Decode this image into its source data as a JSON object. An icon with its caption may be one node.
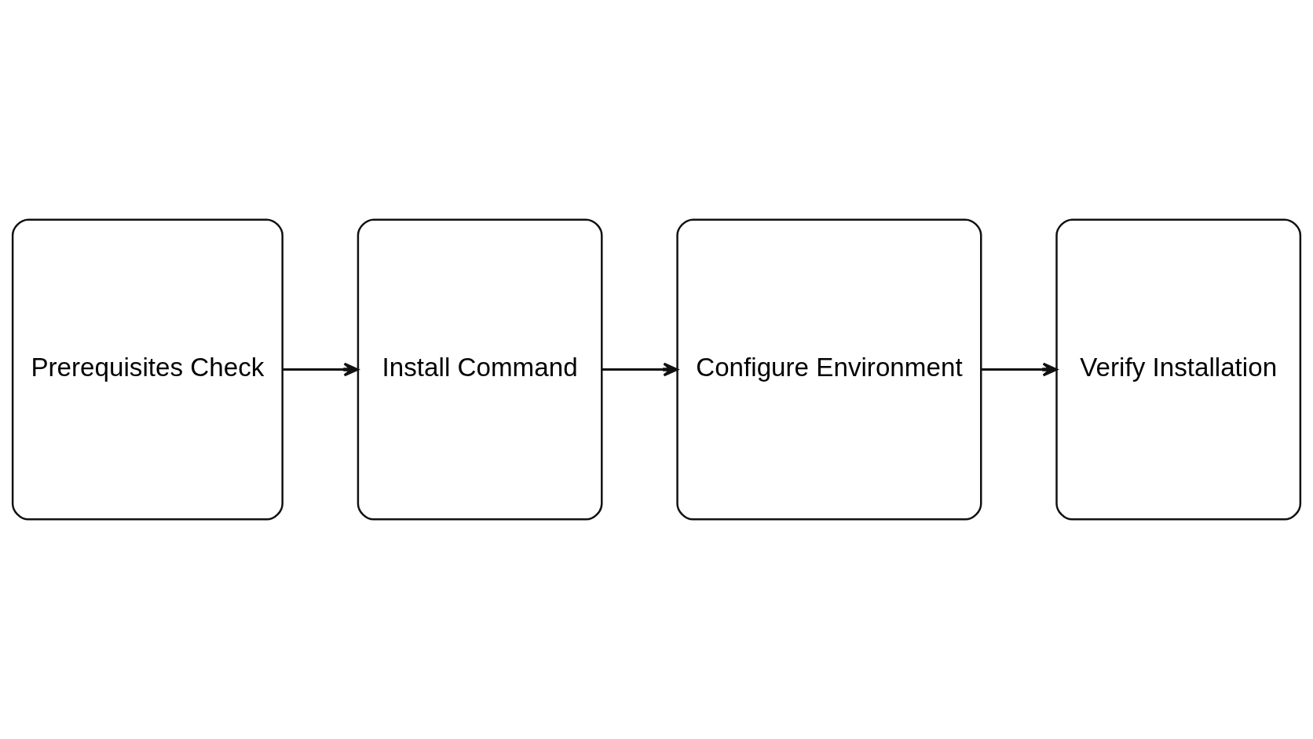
{
  "diagram": {
    "nodes": [
      {
        "text": [
          "Prerequisites Check"
        ]
      },
      {
        "text": [
          "Install Command"
        ]
      },
      {
        "text": [
          "Configure Environment"
        ]
      },
      {
        "text": [
          "Verify Installation"
        ]
      }
    ],
    "edges": [
      {
        "from": 0,
        "to": 1,
        "arrow": "to"
      },
      {
        "from": 1,
        "to": 2,
        "arrow": "to"
      },
      {
        "from": 2,
        "to": 3,
        "arrow": "to"
      }
    ]
  }
}
